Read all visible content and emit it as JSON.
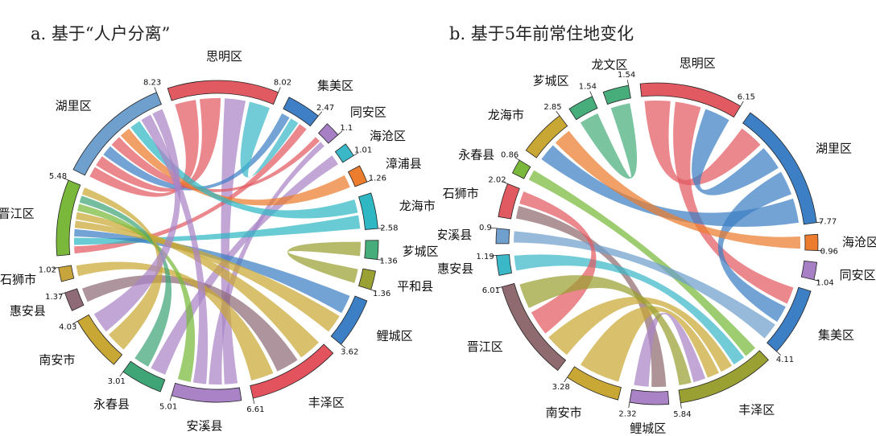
{
  "chart_data": [
    {
      "type": "chord",
      "title": "a. 基于“人户分离”",
      "segments": [
        {
          "name": "思明区",
          "value": 8.02,
          "color": "#e25a61"
        },
        {
          "name": "集美区",
          "value": 2.47,
          "color": "#3f7fc6"
        },
        {
          "name": "同安区",
          "value": 1.1,
          "color": "#a67fc5"
        },
        {
          "name": "海沧区",
          "value": 1.01,
          "color": "#3ab8c7"
        },
        {
          "name": "漳浦县",
          "value": 1.26,
          "color": "#ec7d2e"
        },
        {
          "name": "龙海市",
          "value": 2.58,
          "color": "#2fb7c4"
        },
        {
          "name": "芗城区",
          "value": 1.36,
          "color": "#46ad7b"
        },
        {
          "name": "平和县",
          "value": 1.36,
          "color": "#9aa032"
        },
        {
          "name": "鲤城区",
          "value": 3.62,
          "color": "#3d7fc4"
        },
        {
          "name": "丰泽区",
          "value": 6.61,
          "color": "#e3535e"
        },
        {
          "name": "安溪县",
          "value": 5.01,
          "color": "#a983c6"
        },
        {
          "name": "永春县",
          "value": 3.01,
          "color": "#3fa577"
        },
        {
          "name": "南安市",
          "value": 4.03,
          "color": "#c9a735"
        },
        {
          "name": "惠安县",
          "value": 1.37,
          "color": "#8f6b77"
        },
        {
          "name": "石狮市",
          "value": 1.02,
          "color": "#c8a43c"
        },
        {
          "name": "晋江区",
          "value": 5.48,
          "color": "#79b83a"
        },
        {
          "name": "湖里区",
          "value": 8.23,
          "color": "#6f9fcd"
        }
      ],
      "chords": [
        {
          "from": "思明区",
          "to": "湖里区",
          "color": "#e25a61"
        },
        {
          "from": "思明区",
          "to": "湖里区",
          "color": "#e25a61"
        },
        {
          "from": "思明区",
          "to": "安溪县",
          "color": "#a983c6"
        },
        {
          "from": "集美区",
          "to": "湖里区",
          "color": "#3f7fc6"
        },
        {
          "from": "集美区",
          "to": "思明区",
          "color": "#3ab8c7"
        },
        {
          "from": "集美区",
          "to": "晋江区",
          "color": "#e25a61"
        },
        {
          "from": "同安区",
          "to": "湖里区",
          "color": "#e25a61"
        },
        {
          "from": "同安区",
          "to": "安溪县",
          "color": "#a983c6"
        },
        {
          "from": "海沧区",
          "to": "永春县",
          "color": "#a983c6"
        },
        {
          "from": "漳浦县",
          "to": "湖里区",
          "color": "#ec7d2e"
        },
        {
          "from": "龙海市",
          "to": "湖里区",
          "color": "#2fb7c4"
        },
        {
          "from": "龙海市",
          "to": "晋江区",
          "color": "#2fb7c4"
        },
        {
          "from": "芗城区",
          "to": "平和县",
          "color": "#9aa032"
        },
        {
          "from": "鲤城区",
          "to": "晋江区",
          "color": "#3d7fc4"
        },
        {
          "from": "鲤城区",
          "to": "晋江区",
          "color": "#c9a735"
        },
        {
          "from": "丰泽区",
          "to": "晋江区",
          "color": "#c9a735"
        },
        {
          "from": "丰泽区",
          "to": "惠安县",
          "color": "#8f6b77"
        },
        {
          "from": "丰泽区",
          "to": "石狮市",
          "color": "#c9a735"
        },
        {
          "from": "安溪县",
          "to": "湖里区",
          "color": "#a983c6"
        },
        {
          "from": "安溪县",
          "to": "晋江区",
          "color": "#79b83a"
        },
        {
          "from": "永春县",
          "to": "晋江区",
          "color": "#3fa577"
        },
        {
          "from": "南安市",
          "to": "晋江区",
          "color": "#c9a735"
        },
        {
          "from": "南安市",
          "to": "湖里区",
          "color": "#a983c6"
        }
      ]
    },
    {
      "type": "chord",
      "title": "b. 基于5年前常住地变化",
      "segments": [
        {
          "name": "思明区",
          "value": 6.15,
          "color": "#e25a61"
        },
        {
          "name": "湖里区",
          "value": 7.77,
          "color": "#3d7fc4"
        },
        {
          "name": "海沧区",
          "value": 0.96,
          "color": "#ec7d2e"
        },
        {
          "name": "同安区",
          "value": 1.04,
          "color": "#a67fc5"
        },
        {
          "name": "集美区",
          "value": 4.11,
          "color": "#3d7fc4"
        },
        {
          "name": "丰泽区",
          "value": 5.84,
          "color": "#9aa032"
        },
        {
          "name": "鲤城区",
          "value": 2.32,
          "color": "#a983c6"
        },
        {
          "name": "南安市",
          "value": 3.28,
          "color": "#c9a735"
        },
        {
          "name": "晋江区",
          "value": 6.01,
          "color": "#8f6b6f"
        },
        {
          "name": "惠安县",
          "value": 1.19,
          "color": "#3ab8c7"
        },
        {
          "name": "安溪县",
          "value": 0.9,
          "color": "#6f9fcd"
        },
        {
          "name": "石狮市",
          "value": 2.02,
          "color": "#e25a61"
        },
        {
          "name": "永春县",
          "value": 0.86,
          "color": "#79b83a"
        },
        {
          "name": "龙海市",
          "value": 2.85,
          "color": "#c9a735"
        },
        {
          "name": "芗城区",
          "value": 1.54,
          "color": "#46ad7b"
        },
        {
          "name": "龙文区",
          "value": 1.54,
          "color": "#46ad7b"
        }
      ],
      "chords": [
        {
          "from": "思明区",
          "to": "湖里区",
          "color": "#e25a61"
        },
        {
          "from": "思明区",
          "to": "集美区",
          "color": "#e25a61"
        },
        {
          "from": "湖里区",
          "to": "思明区",
          "color": "#3d7fc4"
        },
        {
          "from": "湖里区",
          "to": "集美区",
          "color": "#3d7fc4"
        },
        {
          "from": "湖里区",
          "to": "龙海市",
          "color": "#3d7fc4"
        },
        {
          "from": "芗城区",
          "to": "龙文区",
          "color": "#46ad7b"
        },
        {
          "from": "龙海市",
          "to": "海沧区",
          "color": "#ec7d2e"
        },
        {
          "from": "永春县",
          "to": "丰泽区",
          "color": "#79b83a"
        },
        {
          "from": "石狮市",
          "to": "鲤城区",
          "color": "#8f6b6f"
        },
        {
          "from": "安溪县",
          "to": "集美区",
          "color": "#6f9fcd"
        },
        {
          "from": "惠安县",
          "to": "丰泽区",
          "color": "#3ab8c7"
        },
        {
          "from": "晋江区",
          "to": "丰泽区",
          "color": "#c9a735"
        },
        {
          "from": "晋江区",
          "to": "石狮市",
          "color": "#e25a61"
        },
        {
          "from": "南安市",
          "to": "丰泽区",
          "color": "#c9a735"
        },
        {
          "from": "鲤城区",
          "to": "丰泽区",
          "color": "#a983c6"
        },
        {
          "from": "丰泽区",
          "to": "晋江区",
          "color": "#9aa032"
        }
      ]
    }
  ]
}
